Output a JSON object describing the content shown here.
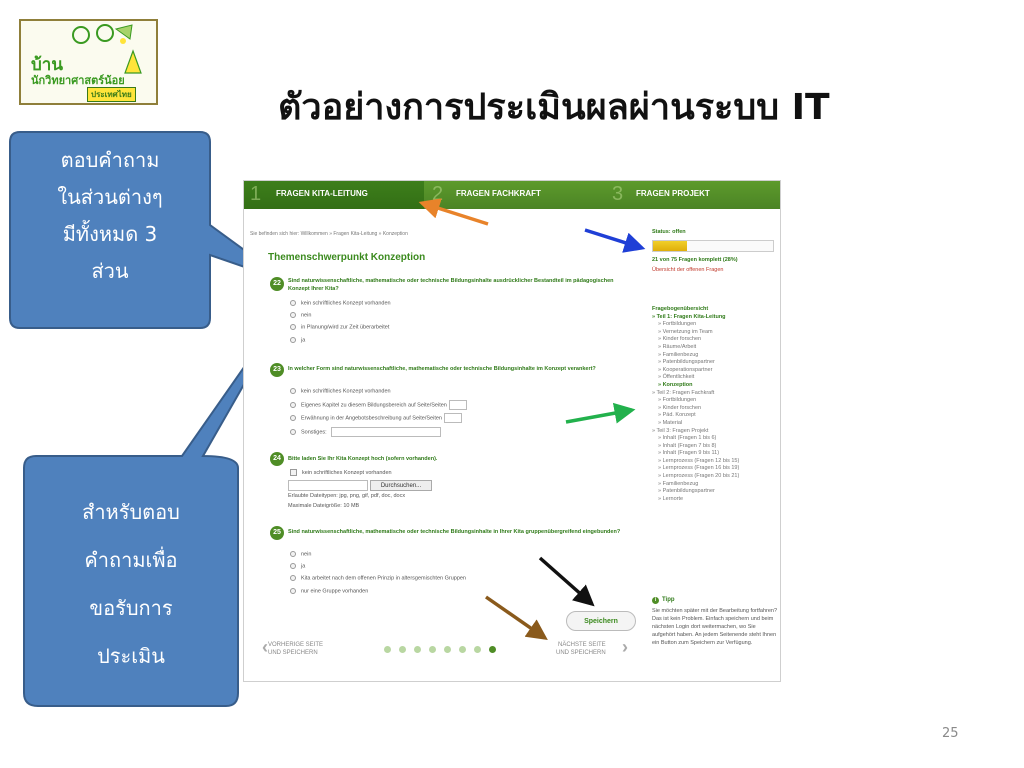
{
  "slide": {
    "title": "ตัวอย่างการประเมินผลผ่านระบบ IT",
    "page_number": "25"
  },
  "logo": {
    "line1": "บ้าน",
    "line2": "นักวิทยาศาสตร์น้อย",
    "line3": "ประเทศไทย"
  },
  "callouts": {
    "top": [
      "ตอบคำถาม",
      "ในส่วนต่างๆ",
      "มีทั้งหมด 3",
      "ส่วน"
    ],
    "bottom": [
      "สำหรับตอบ",
      "คำถามเพื่อ",
      "ขอรับการ",
      "ประเมิน"
    ],
    "fill_color": "#4f81bd"
  },
  "app": {
    "tabs": [
      {
        "number": "1",
        "label": "FRAGEN KITA-LEITUNG"
      },
      {
        "number": "2",
        "label": "FRAGEN FACHKRAFT"
      },
      {
        "number": "3",
        "label": "FRAGEN PROJEKT"
      }
    ],
    "breadcrumb": "Sie befinden sich hier: Willkommen » Fragen Kita-Leitung » Konzeption",
    "section_title": "Themenschwerpunkt Konzeption",
    "questions": [
      {
        "number": "22",
        "text": "Sind naturwissenschaftliche, mathematische oder technische Bildungsinhalte ausdrücklicher Bestandteil im pädagogischen Konzept Ihrer Kita?",
        "options": [
          "kein schriftliches Konzept vorhanden",
          "nein",
          "in Planung/wird zur Zeit überarbeitet",
          "ja"
        ]
      },
      {
        "number": "23",
        "text": "In welcher Form sind naturwissenschaftliche, mathematische oder technische Bildungsinhalte im Konzept verankert?",
        "options": [
          "kein schriftliches Konzept vorhanden",
          "Eigenes Kapitel zu diesem Bildungsbereich auf Seite/Seiten",
          "Erwähnung in der Angebotsbeschreibung auf Seite/Seiten",
          "Sonstiges:"
        ]
      },
      {
        "number": "24",
        "text": "Bitte laden Sie Ihr Kita Konzept hoch (sofern vorhanden).",
        "checkbox": "kein schriftliches Konzept vorhanden",
        "browse_label": "Durchsuchen...",
        "filetypes": "Erlaubte Dateitypen: jpg, png, gif, pdf, doc, docx",
        "maxsize": "Maximale Dateigröße: 10 MB"
      },
      {
        "number": "25",
        "text": "Sind naturwissenschaftliche, mathematische oder technische Bildungsinhalte in Ihrer Kita gruppenübergreifend eingebunden?",
        "options": [
          "nein",
          "ja",
          "Kita arbeitet nach dem offenen Prinzip in altersgemischten Gruppen",
          "nur eine Gruppe vorhanden"
        ]
      }
    ],
    "save_button": "Speichern",
    "prev_button": [
      "VORHERIGE SEITE",
      "UND SPEICHERN"
    ],
    "next_button": [
      "NÄCHSTE SEITE",
      "UND SPEICHERN"
    ],
    "page_dots": {
      "total": 8,
      "active": 8
    },
    "sidebar": {
      "status": "Status: offen",
      "progress_fraction": 0.28,
      "progress_text": "21 von 75 Fragen komplett (28%)",
      "open_questions_link": "Übersicht der offenen Fragen",
      "overview_header": "Fragebogenübersicht",
      "tree": [
        {
          "level": 1,
          "text": "» Teil 1: Fragen Kita-Leitung",
          "bold": true
        },
        {
          "level": 2,
          "text": "» Fortbildungen"
        },
        {
          "level": 2,
          "text": "» Vernetzung im Team"
        },
        {
          "level": 2,
          "text": "» Kinder forschen"
        },
        {
          "level": 2,
          "text": "» Räume/Arbeit"
        },
        {
          "level": 2,
          "text": "» Familienbezug"
        },
        {
          "level": 2,
          "text": "» Patenbildungspartner"
        },
        {
          "level": 2,
          "text": "» Kooperationspartner"
        },
        {
          "level": 2,
          "text": "» Öffentlichkeit"
        },
        {
          "level": 2,
          "text": "» Konzeption",
          "current": true
        },
        {
          "level": 1,
          "text": "» Teil 2: Fragen Fachkraft"
        },
        {
          "level": 2,
          "text": "» Fortbildungen"
        },
        {
          "level": 2,
          "text": "» Kinder forschen"
        },
        {
          "level": 2,
          "text": "» Päd. Konzept"
        },
        {
          "level": 2,
          "text": "» Material"
        },
        {
          "level": 1,
          "text": "» Teil 3: Fragen Projekt"
        },
        {
          "level": 2,
          "text": "» Inhalt (Fragen 1 bis 6)"
        },
        {
          "level": 2,
          "text": "» Inhalt (Fragen 7 bis 8)"
        },
        {
          "level": 2,
          "text": "» Inhalt (Fragen 9 bis 11)"
        },
        {
          "level": 2,
          "text": "» Lernprozess (Fragen 12 bis 15)"
        },
        {
          "level": 2,
          "text": "» Lernprozess (Fragen 16 bis 19)"
        },
        {
          "level": 2,
          "text": "» Lernprozess (Fragen 20 bis 21)"
        },
        {
          "level": 2,
          "text": "» Familienbezug"
        },
        {
          "level": 2,
          "text": "» Patenbildungspartner"
        },
        {
          "level": 2,
          "text": "» Lernorte"
        }
      ],
      "tip_title": "Tipp",
      "tip_text": "Sie möchten später mit der Bearbeitung fortfahren? Das ist kein Problem. Einfach speichern und beim nächsten Login dort weitermachen, wo Sie aufgehört haben. An jedem Seitenende steht Ihnen ein Button zum Speichern zur Verfügung."
    },
    "colors": {
      "header_green": "#4b8425",
      "accent_green": "#2f7a18",
      "progress_yellow": "#e8bd12",
      "link_red": "#c0392b"
    }
  },
  "annotation_arrows": [
    {
      "color": "#e8832a",
      "target": "tab-kita-leitung"
    },
    {
      "color": "#1f3fd6",
      "target": "status-progress"
    },
    {
      "color": "#22b14c",
      "target": "sidebar-konzeption"
    },
    {
      "color": "#111111",
      "target": "save-button"
    },
    {
      "color": "#8a5a1c",
      "target": "next-page-button"
    }
  ]
}
